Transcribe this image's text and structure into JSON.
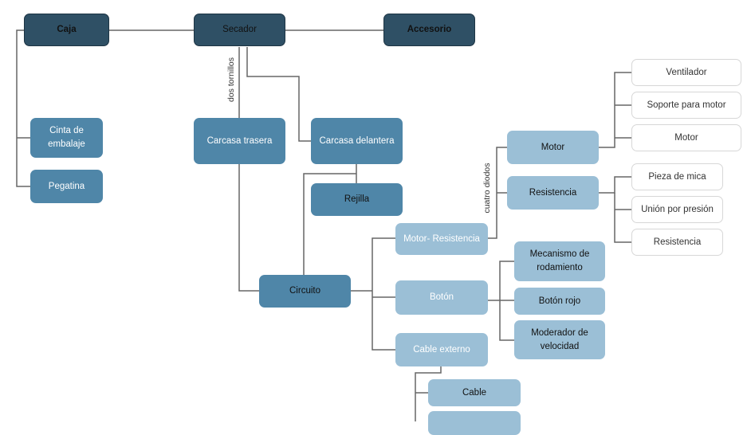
{
  "nodes": {
    "caja": "Caja",
    "secador": "Secador",
    "accesorio": "Accesorio",
    "cinta": "Cinta de embalaje",
    "pegatina": "Pegatina",
    "carcasa_trasera": "Carcasa trasera",
    "carcasa_delantera": "Carcasa delantera",
    "rejilla": "Rejilla",
    "circuito": "Circuito",
    "motor_resistencia": "Motor- Resistencia",
    "boton": "Botón",
    "cable_externo": "Cable externo",
    "cable": "Cable",
    "motor": "Motor",
    "resistencia_group": "Resistencia",
    "ventilador": "Ventilador",
    "soporte_motor": "Soporte para motor",
    "motor_part": "Motor",
    "pieza_mica": "Pieza de mica",
    "union_presion": "Unión por presión",
    "resistencia_part": "Resistencia",
    "mecanismo": "Mecanismo de rodamiento",
    "boton_rojo": "Botón rojo",
    "moderador": "Moderador de velocidad"
  },
  "edge_labels": {
    "dos_tornillos": "dos tornillos",
    "cuatro_diodos": "cuatro diodos"
  },
  "colors": {
    "dark": "#2f5065",
    "mid": "#4f86a8",
    "light": "#9bbfd6",
    "outline": "#d7d7d7",
    "line": "#666666"
  }
}
